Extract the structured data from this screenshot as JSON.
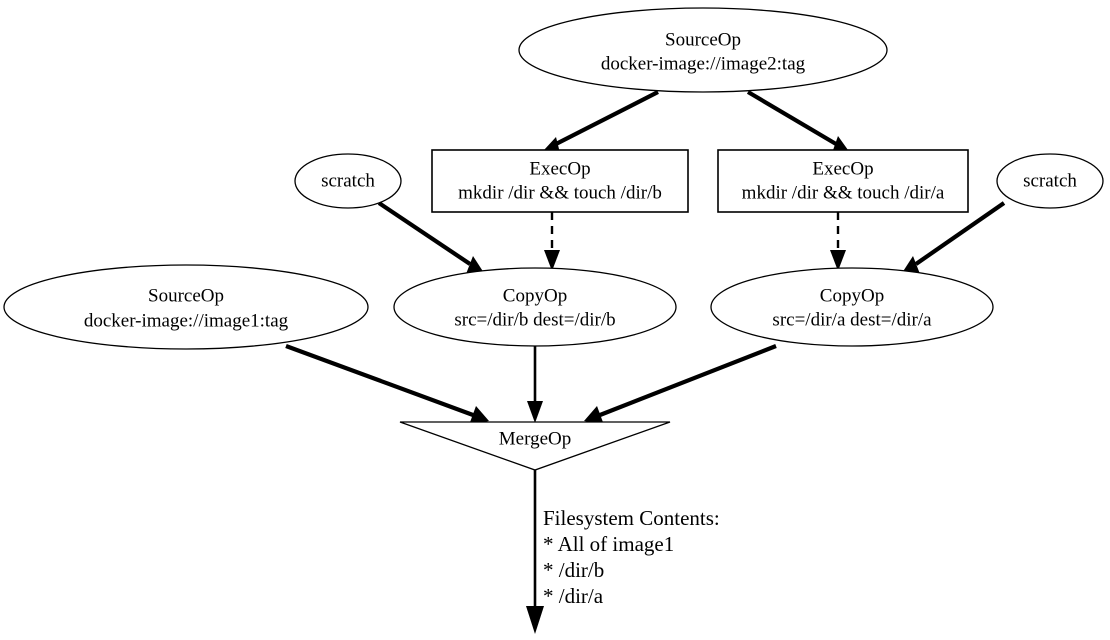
{
  "diagram": {
    "type": "buildkit-llb-dag",
    "background_color": "#ffffff",
    "line_color": "#000000",
    "nodes": {
      "source_image2": {
        "shape": "ellipse",
        "line1": "SourceOp",
        "line2": "docker-image://image2:tag"
      },
      "exec_b": {
        "shape": "box",
        "line1": "ExecOp",
        "line2": "mkdir /dir && touch /dir/b"
      },
      "exec_a": {
        "shape": "box",
        "line1": "ExecOp",
        "line2": "mkdir /dir && touch /dir/a"
      },
      "scratch_left": {
        "shape": "ellipse",
        "line1": "scratch"
      },
      "scratch_right": {
        "shape": "ellipse",
        "line1": "scratch"
      },
      "source_image1": {
        "shape": "ellipse",
        "line1": "SourceOp",
        "line2": "docker-image://image1:tag"
      },
      "copy_b": {
        "shape": "ellipse",
        "line1": "CopyOp",
        "line2": "src=/dir/b dest=/dir/b"
      },
      "copy_a": {
        "shape": "ellipse",
        "line1": "CopyOp",
        "line2": "src=/dir/a dest=/dir/a"
      },
      "merge": {
        "shape": "inverted-triangle",
        "line1": "MergeOp"
      }
    },
    "output_annotation": {
      "title": "Filesystem Contents:",
      "item1": "* All of image1",
      "item2": "* /dir/b",
      "item3": "* /dir/a"
    },
    "edges": [
      {
        "from": "source_image2",
        "to": "exec_b",
        "style": "solid"
      },
      {
        "from": "source_image2",
        "to": "exec_a",
        "style": "solid"
      },
      {
        "from": "exec_b",
        "to": "copy_b",
        "style": "dashed"
      },
      {
        "from": "exec_a",
        "to": "copy_a",
        "style": "dashed"
      },
      {
        "from": "scratch_left",
        "to": "copy_b",
        "style": "solid"
      },
      {
        "from": "scratch_right",
        "to": "copy_a",
        "style": "solid"
      },
      {
        "from": "source_image1",
        "to": "merge",
        "style": "solid"
      },
      {
        "from": "copy_b",
        "to": "merge",
        "style": "solid"
      },
      {
        "from": "copy_a",
        "to": "merge",
        "style": "solid"
      },
      {
        "from": "merge",
        "to": "output_annotation",
        "style": "solid"
      }
    ]
  }
}
